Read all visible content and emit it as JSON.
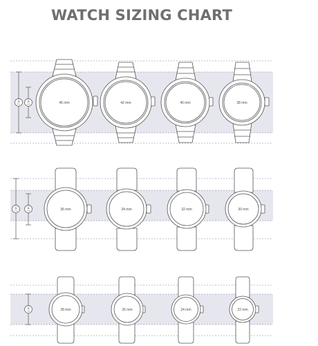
{
  "title": "WATCH SIZING CHART",
  "scale_labels": {
    "two_inch": "2 in",
    "one_inch": "1 in"
  },
  "rows": [
    {
      "style": "metal-bracelet",
      "sizes": [
        "46 mm",
        "42 mm",
        "40 mm",
        "38 mm"
      ]
    },
    {
      "style": "strap",
      "sizes": [
        "36 mm",
        "34 mm",
        "32 mm",
        "30 mm"
      ]
    },
    {
      "style": "strap-small",
      "sizes": [
        "28 mm",
        "26 mm",
        "24 mm",
        "22 mm"
      ]
    }
  ],
  "colors": {
    "band": "#e6e6ee",
    "line": "#555555",
    "title": "#6f6f6f"
  }
}
